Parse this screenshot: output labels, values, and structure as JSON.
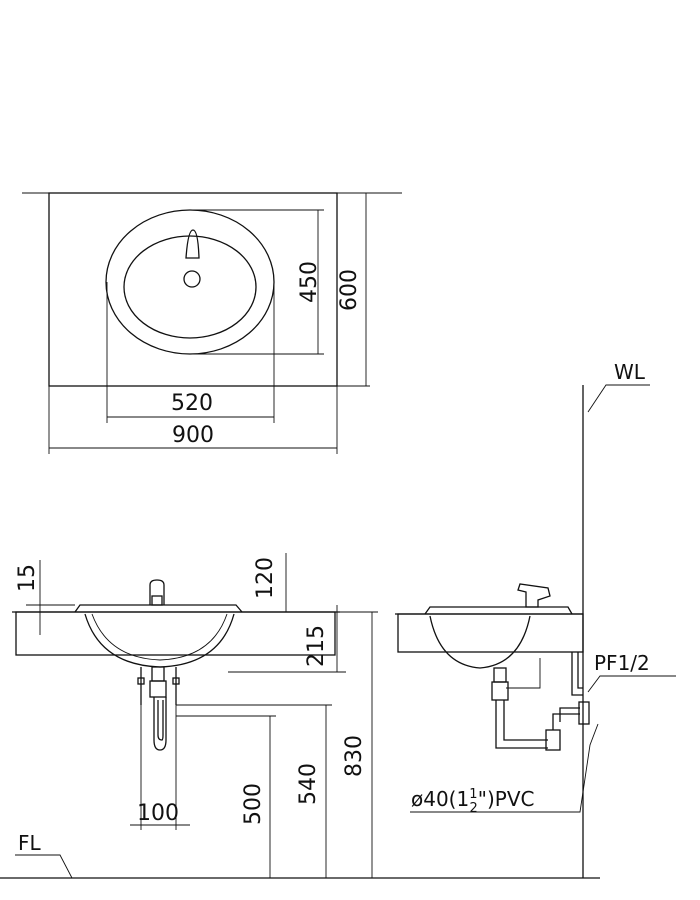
{
  "top_view": {
    "dim_width_total": "900",
    "dim_width_bowl": "520",
    "dim_depth_bowl": "450",
    "dim_depth_total": "600"
  },
  "front_view": {
    "dim_rim": "15",
    "dim_counter_top": "120",
    "dim_bowl_depth": "215",
    "dim_drain_spacing": "100",
    "dim_height_500": "500",
    "dim_height_540": "540",
    "dim_height_830": "830"
  },
  "side_view": {
    "label_wall": "WL",
    "label_floor": "FL",
    "label_supply": "PF1/2",
    "label_pipe_prefix": "ø40(1",
    "label_pipe_frac_num": "1",
    "label_pipe_frac_den": "2",
    "label_pipe_suffix": "\")PVC"
  }
}
